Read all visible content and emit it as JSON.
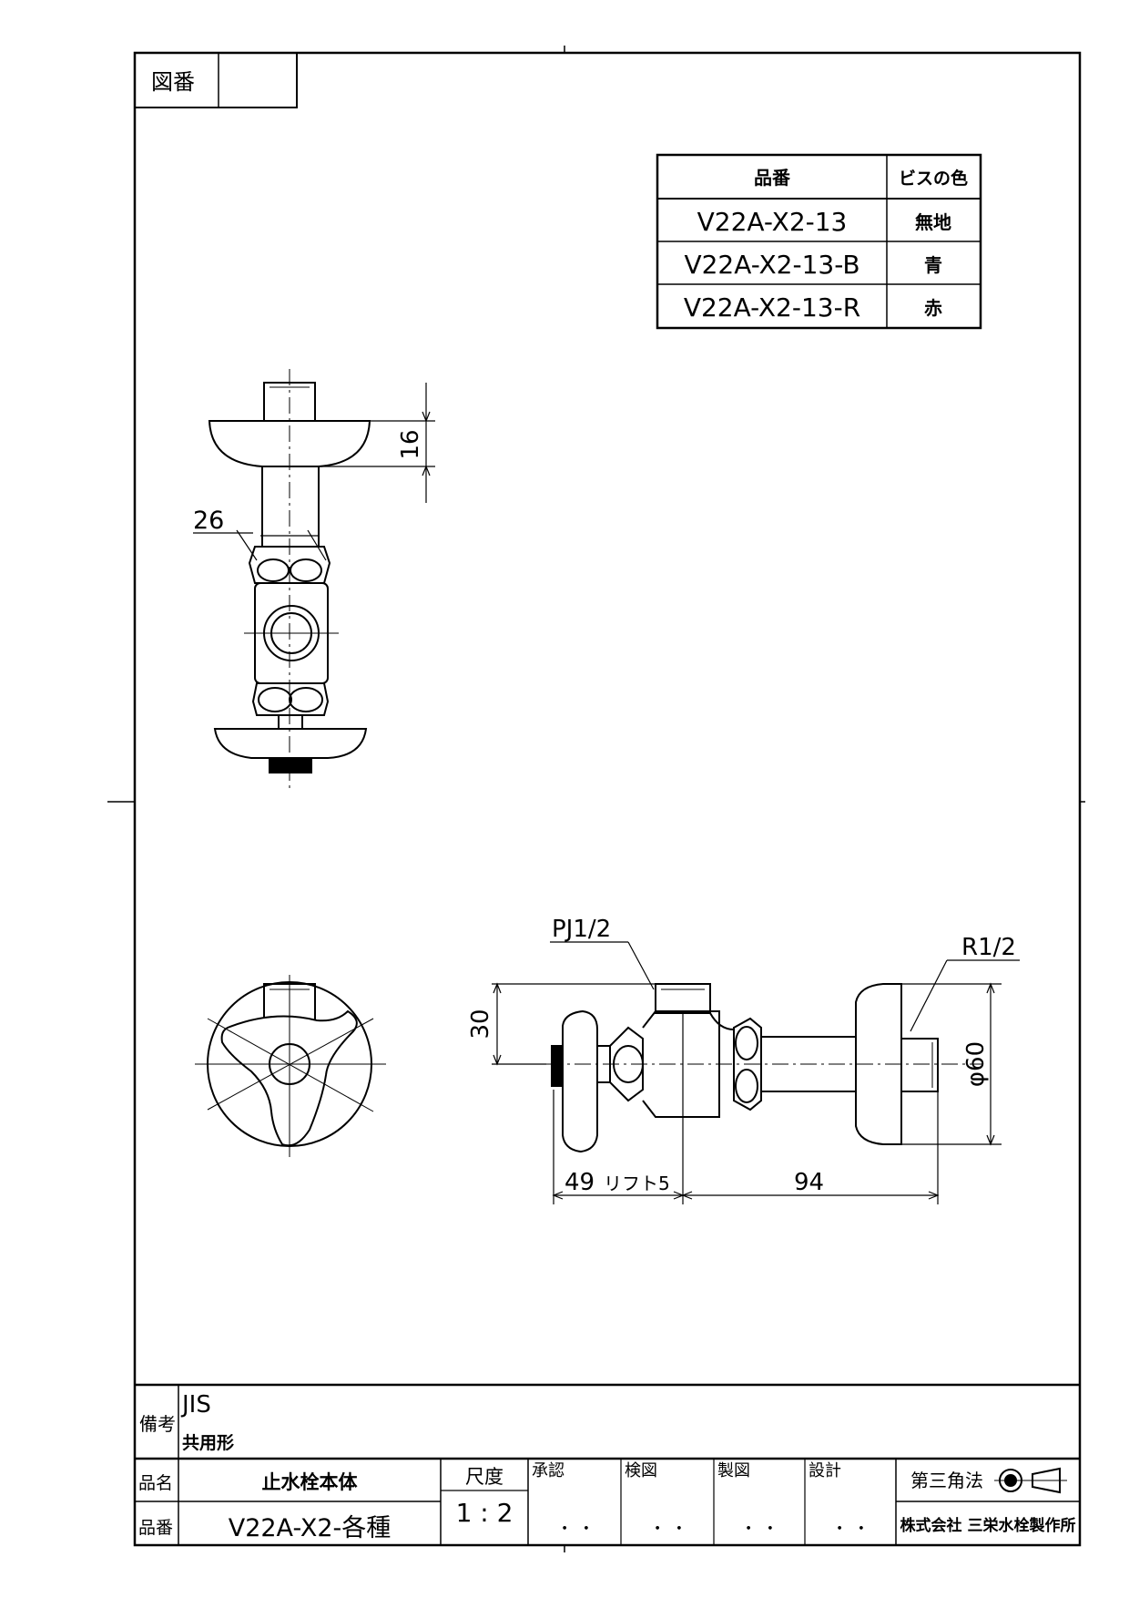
{
  "drawing_number_label": "図番",
  "drawing_number_value": "",
  "parts_table": {
    "header_part_no": "品番",
    "header_screw_color": "ビスの色",
    "rows": [
      {
        "part_no": "V22A-X2-13",
        "screw_color": "無地"
      },
      {
        "part_no": "V22A-X2-13-B",
        "screw_color": "青"
      },
      {
        "part_no": "V22A-X2-13-R",
        "screw_color": "赤"
      }
    ]
  },
  "dimensions": {
    "top_height": "16",
    "width_26": "26",
    "pj": "PJ1/2",
    "r": "R1/2",
    "h30": "30",
    "phi60": "φ60",
    "d49": "49",
    "lift": "リフト5",
    "d94": "94"
  },
  "title_block": {
    "remarks_label": "備考",
    "remarks_line1": "JIS",
    "remarks_line2": "共用形",
    "name_label": "品名",
    "name_value": "止水栓本体",
    "part_label": "品番",
    "part_value": "V22A-X2-各種",
    "scale_label": "尺度",
    "scale_value": "1 : 2",
    "approve_label": "承認",
    "check_label": "検図",
    "draw_label": "製図",
    "design_label": "設計",
    "projection_label": "第三角法",
    "company": "株式会社 三栄水栓製作所",
    "dots": "・ ・"
  }
}
